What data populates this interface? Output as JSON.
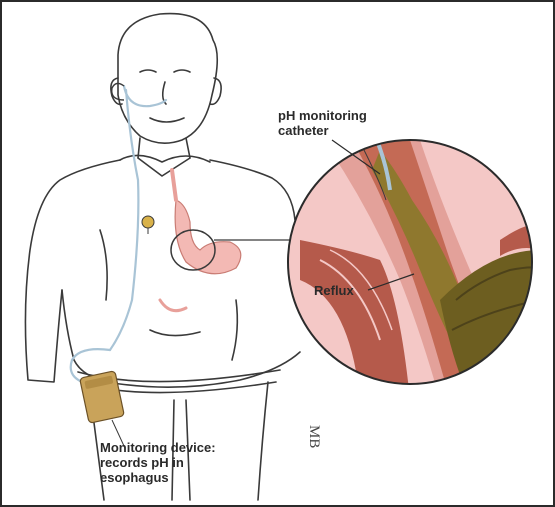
{
  "labels": {
    "ph_catheter": [
      "pH monitoring",
      "catheter"
    ],
    "reflux": "Reflux",
    "device": [
      "Monitoring device:",
      "records pH in",
      "esophagus"
    ]
  },
  "signature": "MB",
  "colors": {
    "line": "#3a3a3a",
    "magnifier_bg": "#f4c8c6",
    "stomach": "#f3b9b4",
    "esophagus": "#c46a55",
    "reflux": "#8a7a2a",
    "device": "#c9a35a",
    "catheter": "#a9c4d6"
  }
}
